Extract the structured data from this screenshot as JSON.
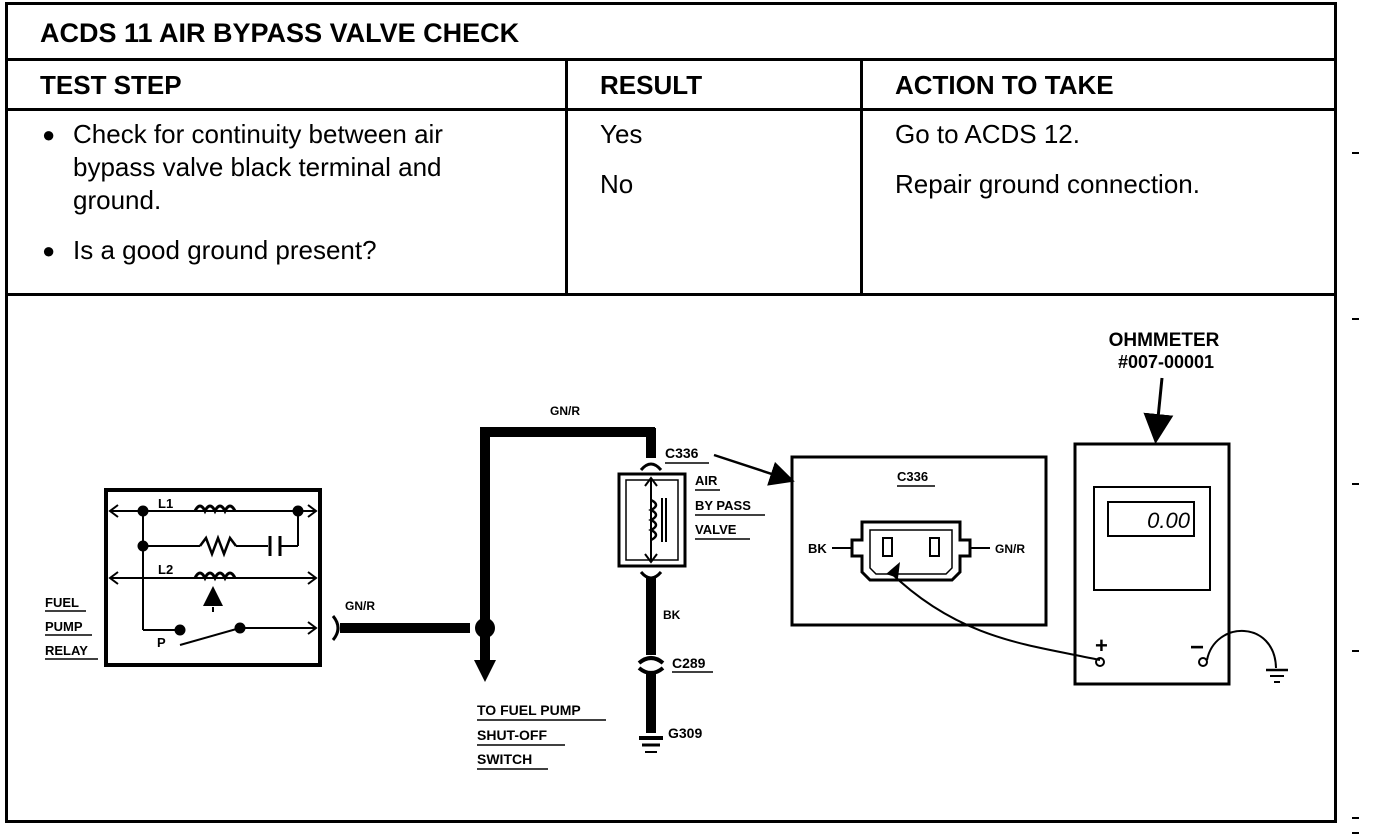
{
  "title": "ACDS 11 AIR BYPASS VALVE CHECK",
  "headers": {
    "test_step": "TEST STEP",
    "result": "RESULT",
    "action": "ACTION TO TAKE"
  },
  "test_step": {
    "bullet1_line1": "Check for continuity between air",
    "bullet1_line2": "bypass valve black terminal and",
    "bullet1_line3": "ground.",
    "bullet2": "Is a good ground present?"
  },
  "results": {
    "yes": "Yes",
    "no": "No"
  },
  "actions": {
    "yes": "Go to ACDS 12.",
    "no": "Repair ground connection."
  },
  "diagram": {
    "relay_label": [
      "FUEL",
      "PUMP",
      "RELAY"
    ],
    "l1": "L1",
    "l2": "L2",
    "p": "P",
    "wire_gnr_relay": "GN/R",
    "wire_gnr_top": "GN/R",
    "connector_c336": "C336",
    "valve_label": [
      "AIR",
      "BY PASS",
      "VALVE"
    ],
    "wire_bk": "BK",
    "connector_c289": "C289",
    "ground_g309": "G309",
    "to_pump_label": [
      "TO FUEL PUMP",
      "SHUT-OFF",
      "SWITCH"
    ],
    "detail_title": "C336",
    "detail_bk": "BK",
    "detail_gnr": "GN/R",
    "ohmmeter_label": [
      "OHMMETER",
      "#007-00001"
    ],
    "meter_reading": "0.00",
    "plus": "+",
    "minus": "−"
  }
}
